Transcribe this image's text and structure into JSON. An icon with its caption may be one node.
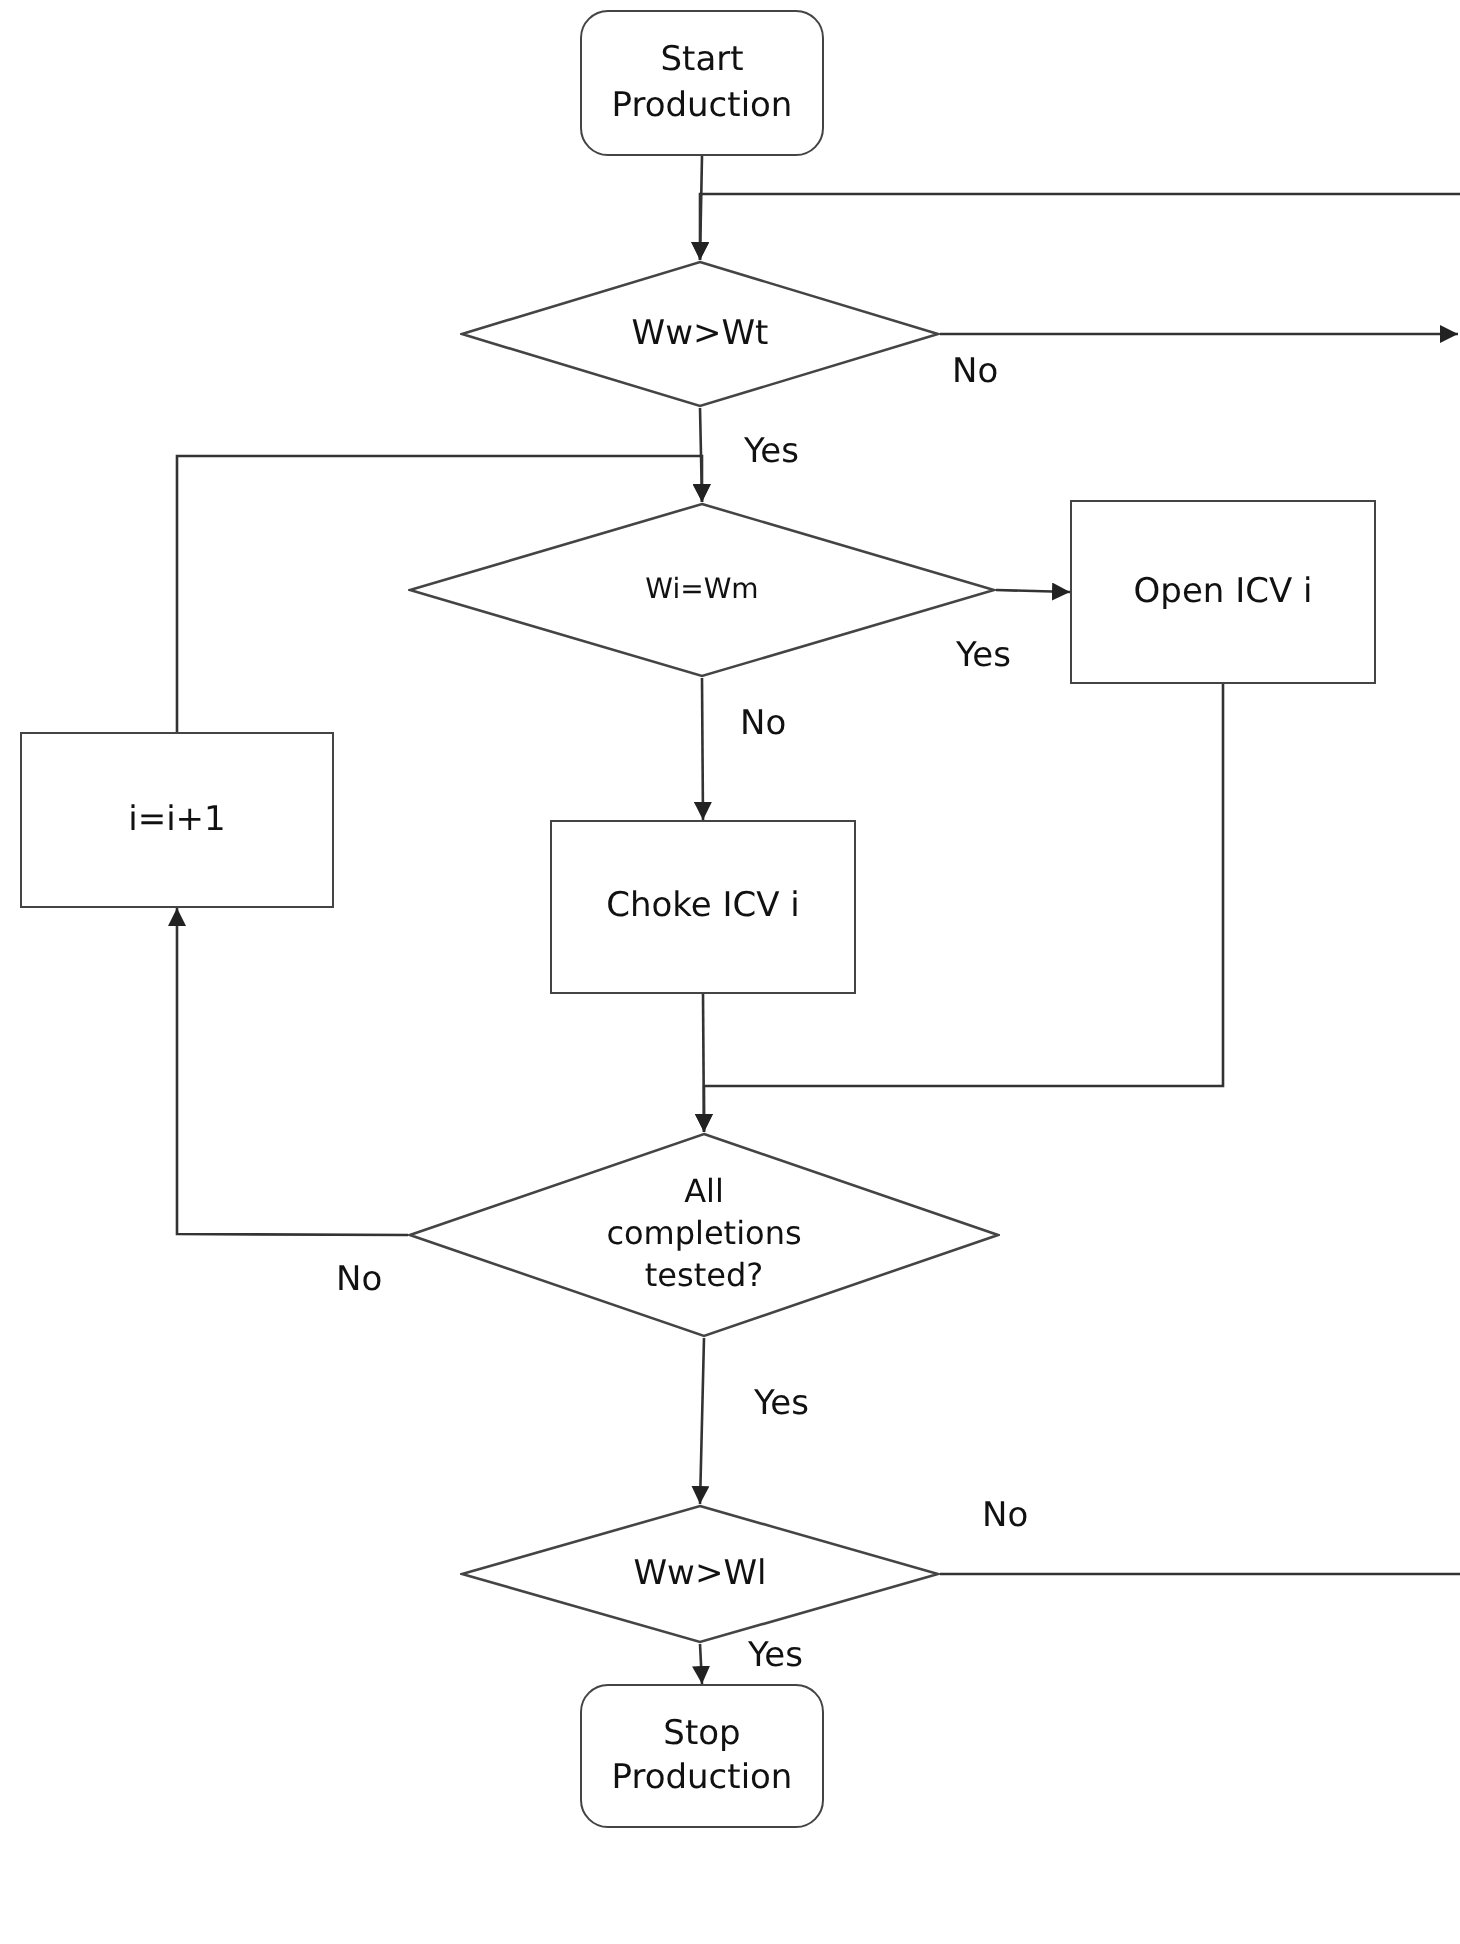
{
  "diagram": {
    "nodes": [
      {
        "text": [
          "Start Production"
        ]
      },
      {
        "text": [
          "Ww>Wt"
        ]
      },
      {
        "text": [
          "Wi=Wm"
        ]
      },
      {
        "text": [
          "Open ICV i"
        ]
      },
      {
        "text": [
          "i=i+1"
        ]
      },
      {
        "text": [
          "Choke ICV i"
        ]
      },
      {
        "text": [
          "All completions tested?"
        ]
      },
      {
        "text": [
          "Ww>Wl"
        ]
      },
      {
        "text": [
          "Stop Production"
        ]
      }
    ],
    "edges": [
      {
        "from": 0,
        "to": 1,
        "arrow": "to"
      },
      {
        "from": null,
        "to": 1,
        "arrow": "to"
      },
      {
        "from": 1,
        "to": null,
        "arrow": "to",
        "label": "No"
      },
      {
        "from": 1,
        "to": 2,
        "arrow": "to",
        "label": "Yes"
      },
      {
        "from": 4,
        "to": 2,
        "arrow": "to"
      },
      {
        "from": 2,
        "to": 3,
        "arrow": "to",
        "label": "Yes"
      },
      {
        "from": 2,
        "to": 5,
        "arrow": "to",
        "label": "No"
      },
      {
        "from": 3,
        "to": 6,
        "arrow": "to"
      },
      {
        "from": 5,
        "to": 6,
        "arrow": "to"
      },
      {
        "from": 6,
        "to": 4,
        "arrow": "to",
        "label": "No"
      },
      {
        "from": 6,
        "to": 7,
        "arrow": "to",
        "label": "Yes"
      },
      {
        "from": 7,
        "to": null,
        "arrow": "none",
        "label": "No"
      },
      {
        "from": 7,
        "to": 8,
        "arrow": "to",
        "label": "Yes"
      }
    ]
  }
}
